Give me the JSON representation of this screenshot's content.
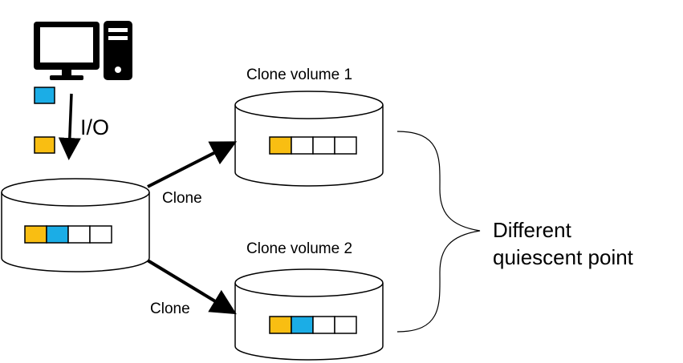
{
  "host": {
    "icon": "desktop-computer-icon"
  },
  "io": {
    "label": "I/O",
    "blocks": [
      "#1BADE6",
      "#F9BE12"
    ]
  },
  "source_volume": {
    "blocks": [
      "#F9BE12",
      "#1BADE6",
      "#FFFFFF",
      "#FFFFFF"
    ]
  },
  "clone_volume_1": {
    "label": "Clone volume 1",
    "blocks": [
      "#F9BE12",
      "#FFFFFF",
      "#FFFFFF",
      "#FFFFFF"
    ]
  },
  "clone_volume_2": {
    "label": "Clone volume 2",
    "blocks": [
      "#F9BE12",
      "#1BADE6",
      "#FFFFFF",
      "#FFFFFF"
    ]
  },
  "clone_arrows": {
    "upper_label": "Clone",
    "lower_label": "Clone"
  },
  "annotation": {
    "line1": "Different",
    "line2": "quiescent point"
  },
  "colors": {
    "yellow_block": "#F9BE12",
    "blue_block": "#1BADE6",
    "outline": "#000000"
  }
}
